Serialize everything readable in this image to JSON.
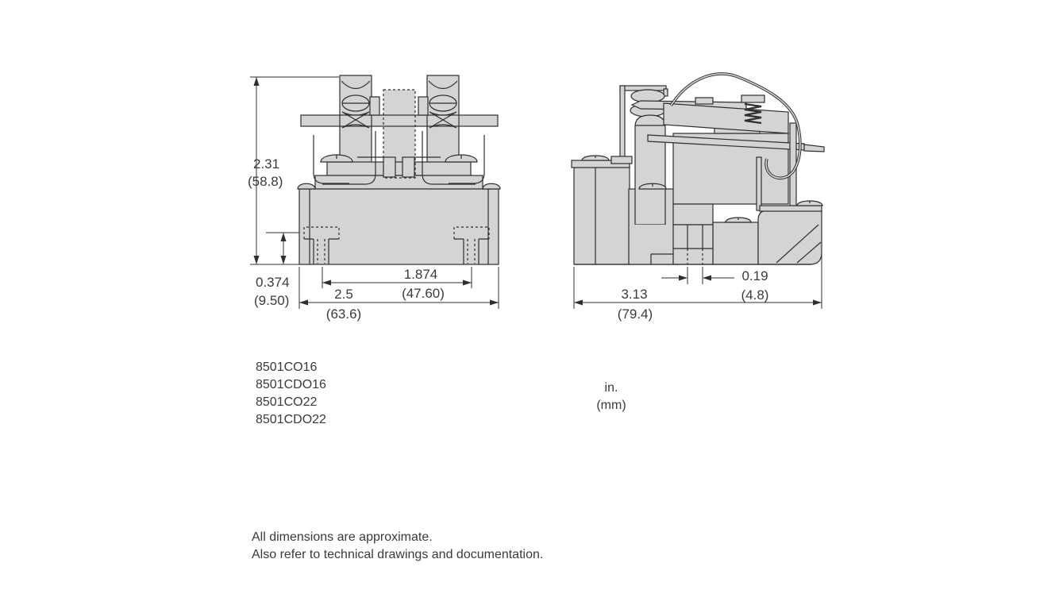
{
  "drawing": {
    "colors": {
      "body_fill": "#d4d4d4",
      "line": "#2f2f2f",
      "text": "#3a3a3a",
      "background": "#ffffff"
    },
    "units": {
      "line1": "in.",
      "line2": "(mm)"
    },
    "front_view": {
      "height_in": "2.31",
      "height_mm": "(58.8)",
      "slot_height_in": "0.374",
      "slot_height_mm": "(9.50)",
      "slot_span_in": "1.874",
      "slot_span_mm": "(47.60)",
      "width_in": "2.5",
      "width_mm": "(63.6)"
    },
    "side_view": {
      "slot_width_in": "0.19",
      "slot_width_mm": "(4.8)",
      "depth_in": "3.13",
      "depth_mm": "(79.4)"
    }
  },
  "models": [
    "8501CO16",
    "8501CDO16",
    "8501CO22",
    "8501CDO22"
  ],
  "footer": {
    "line1": "All dimensions are approximate.",
    "line2": "Also refer to technical drawings and documentation."
  }
}
